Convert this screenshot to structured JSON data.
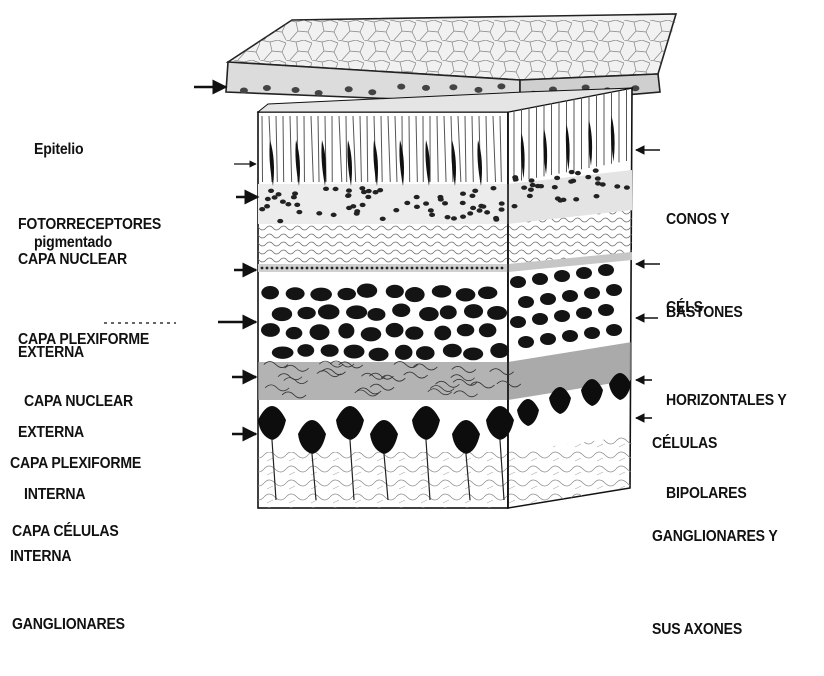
{
  "labels_left": [
    {
      "id": "pigment",
      "lines": [
        "Epitelio",
        "pigmentado"
      ]
    },
    {
      "id": "photoreceptors",
      "lines": [
        "FOTORRECEPTORES"
      ]
    },
    {
      "id": "outer-nuclear",
      "lines": [
        "CAPA NUCLEAR",
        "EXTERNA"
      ]
    },
    {
      "id": "outer-plexiform",
      "lines": [
        "CAPA PLEXIFORME",
        "EXTERNA"
      ]
    },
    {
      "id": "inner-nuclear",
      "lines": [
        "CAPA NUCLEAR",
        "INTERNA"
      ]
    },
    {
      "id": "inner-plexiform",
      "lines": [
        "CAPA PLEXIFORME",
        "INTERNA"
      ]
    },
    {
      "id": "ganglion-layer",
      "lines": [
        "CAPA CÉLULAS",
        "GANGLIONARES"
      ]
    }
  ],
  "labels_right": [
    {
      "id": "cones-rods",
      "lines": [
        "CONOS Y",
        "BASTONES"
      ]
    },
    {
      "id": "horizontal-bipolar",
      "lines": [
        "CÉLS.",
        "HORIZONTALES Y",
        "BIPOLARES"
      ]
    },
    {
      "id": "ganglion-axons",
      "lines": [
        "CÉLULAS",
        "GANGLIONARES Y",
        "SUS AXONES"
      ]
    }
  ]
}
